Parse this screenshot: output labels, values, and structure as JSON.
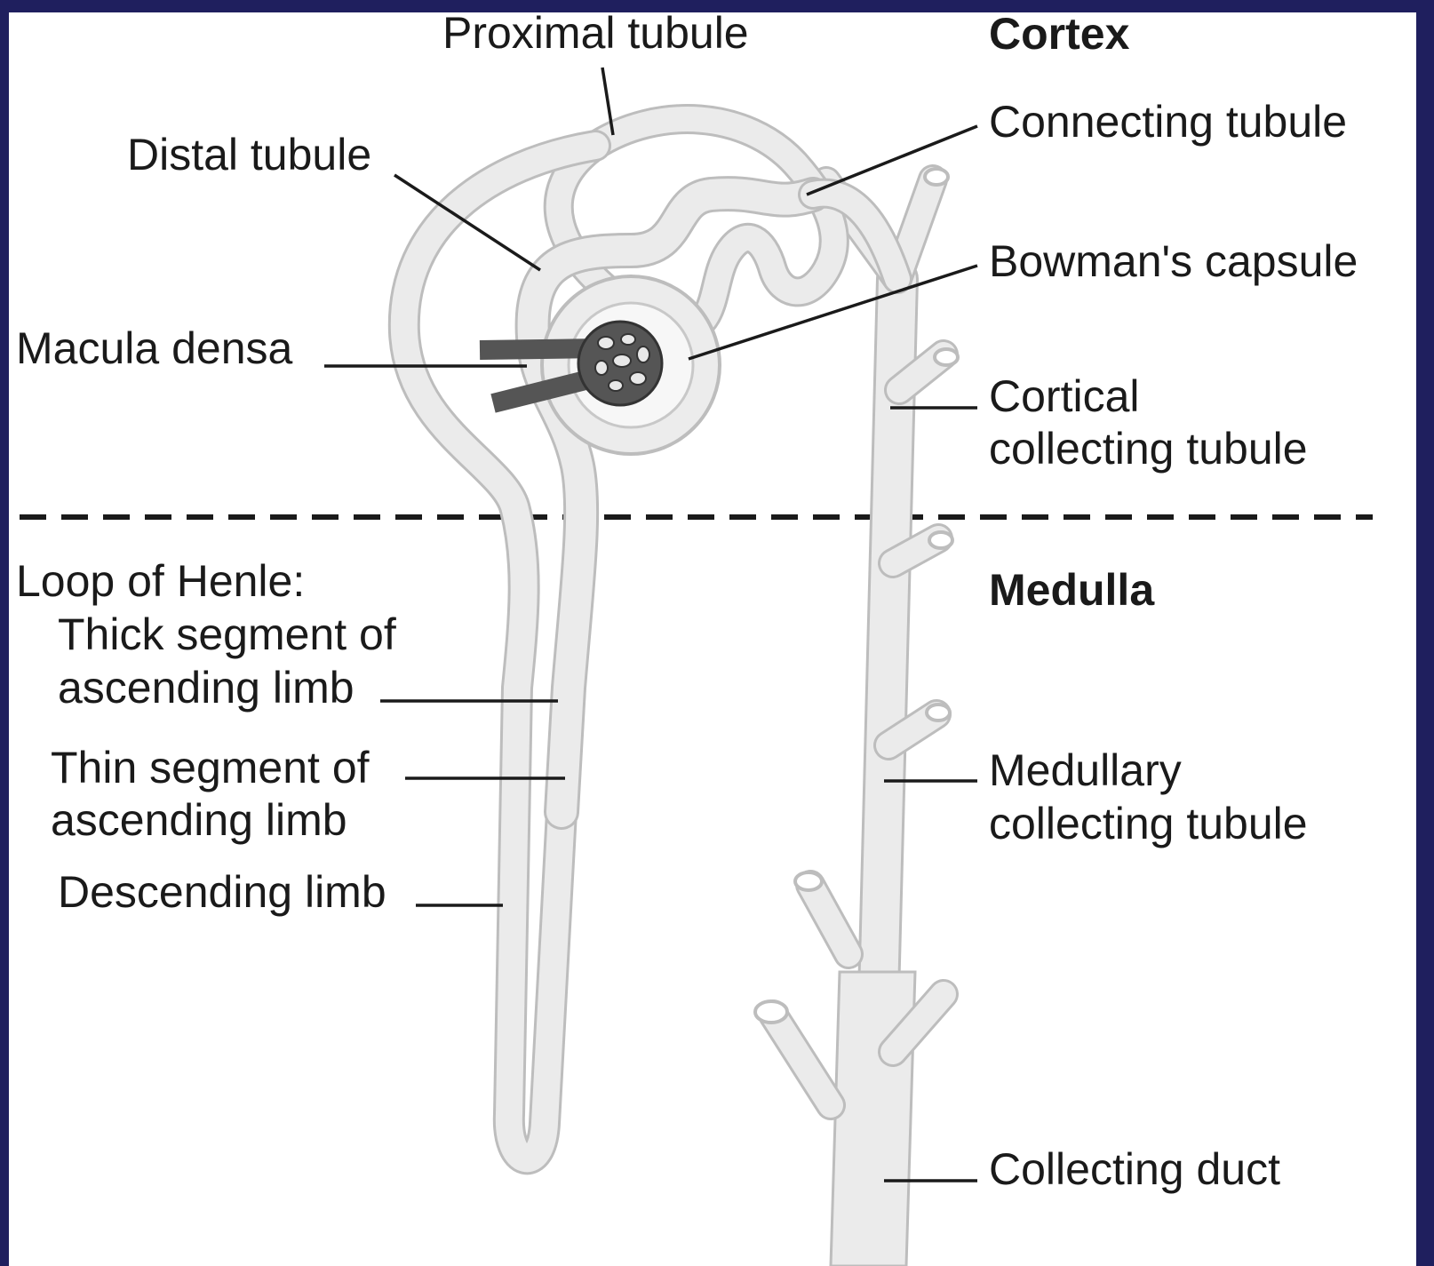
{
  "regions": {
    "cortex": "Cortex",
    "medulla": "Medulla"
  },
  "labels": {
    "proximal_tubule": "Proximal tubule",
    "distal_tubule": "Distal tubule",
    "connecting_tubule": "Connecting tubule",
    "bowmans_capsule": "Bowman's capsule",
    "macula_densa": "Macula densa",
    "cortical_collecting_line1": "Cortical",
    "cortical_collecting_line2": "collecting tubule",
    "loop_of_henle": "Loop of Henle:",
    "thick_segment_line1": "Thick segment of",
    "thick_segment_line2": "ascending limb",
    "thin_segment_line1": "Thin segment of",
    "thin_segment_line2": "ascending limb",
    "descending_limb": "Descending limb",
    "medullary_collecting_line1": "Medullary",
    "medullary_collecting_line2": "collecting tubule",
    "collecting_duct": "Collecting duct"
  },
  "colors": {
    "frame_border": "#1f1f5e",
    "tubule_fill": "#ebebeb",
    "tubule_outline": "#bdbdbd",
    "glomerulus": "#555555",
    "text": "#1a1a1a"
  }
}
